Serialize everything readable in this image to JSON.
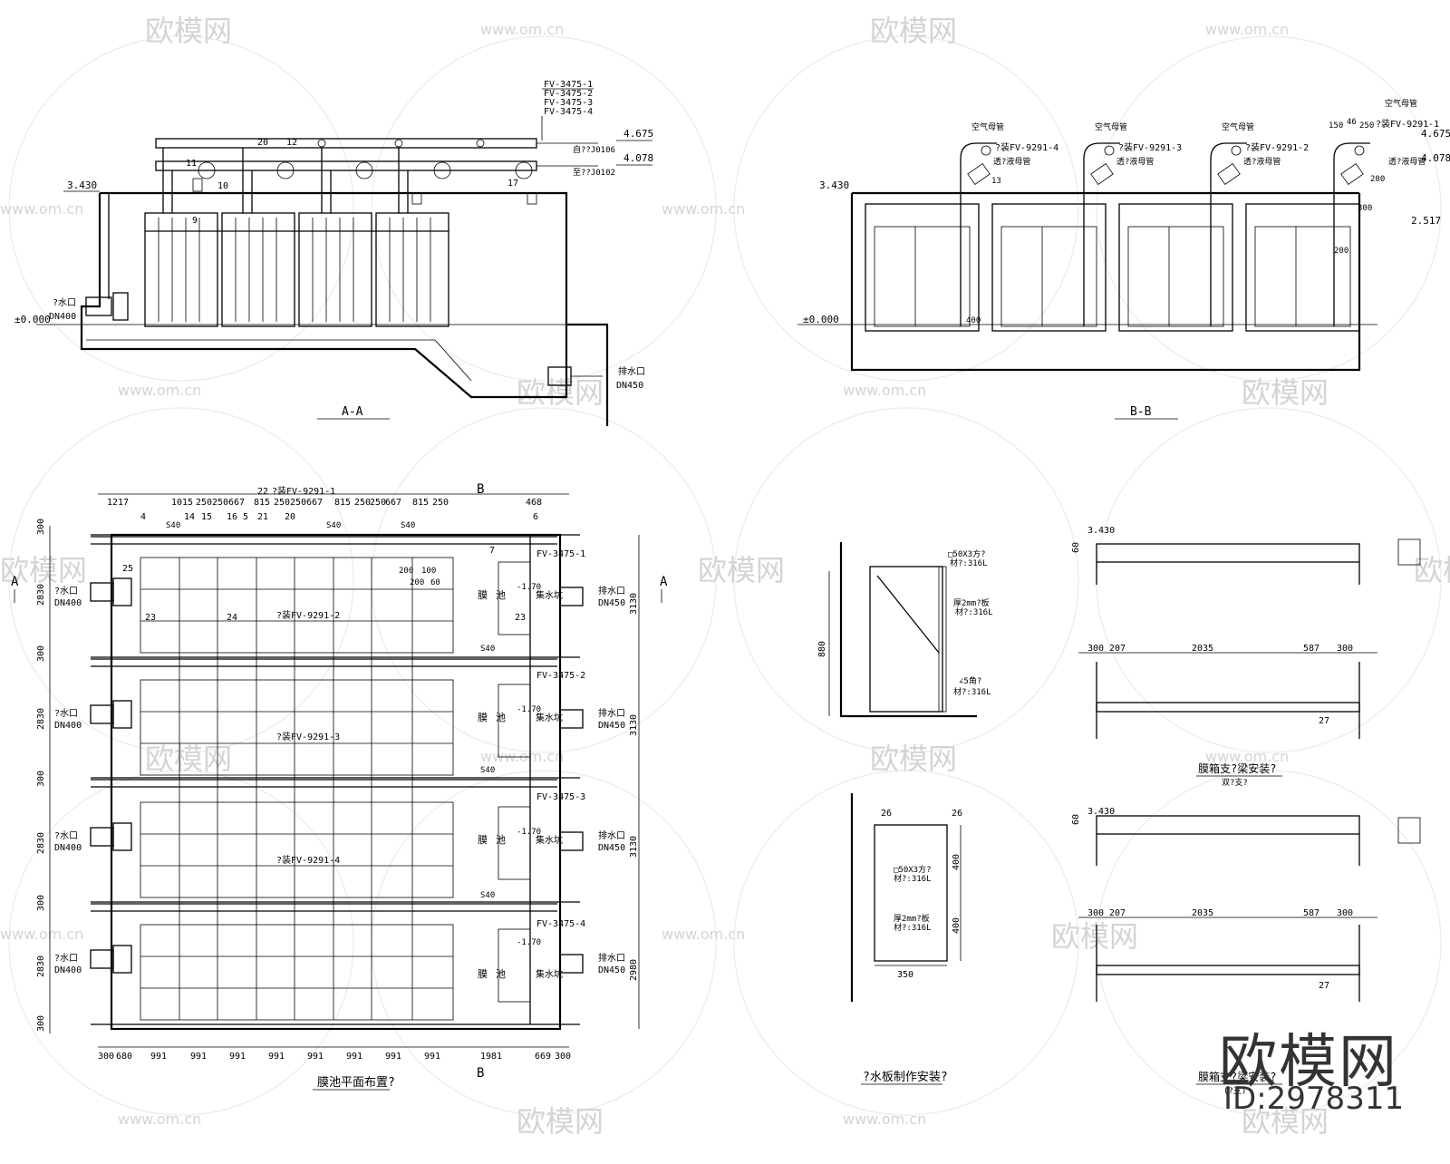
{
  "watermark": {
    "logo": "欧模网",
    "site": "www.om.cn"
  },
  "brand": {
    "logo": "欧模网",
    "id": "ID:2978311"
  },
  "section_aa": {
    "title": "A-A",
    "valve_tags": [
      "FV-3475-1",
      "FV-3475-2",
      "FV-3475-3",
      "FV-3475-4"
    ],
    "elev_top": "4.675",
    "elev_mid": "4.078",
    "elev_left": "3.430",
    "elev_ground": "±0.000",
    "pipe_notes": [
      "自??J0106",
      "至??J0102"
    ],
    "callouts": [
      "20",
      "12",
      "11",
      "10",
      "9",
      "17"
    ],
    "inlet": "?水口",
    "inlet_dn": "DN400",
    "outlet": "排水口",
    "outlet_dn": "DN450"
  },
  "section_bb": {
    "title": "B-B",
    "air_pipe": "空气母管",
    "valve_tags": [
      "?装FV-9291-4",
      "?装FV-9291-3",
      "?装FV-9291-2",
      "?装FV-9291-1"
    ],
    "sub_note": "透?液母管",
    "elev_top": "4.675",
    "elev_mid": "4.078",
    "elev_left": "3.430",
    "elev_right": "2.517",
    "elev_ground": "±0.000",
    "dims": [
      "150",
      "46",
      "250",
      "200",
      "300",
      "13",
      "200",
      "400"
    ]
  },
  "plan": {
    "title": "膜池平面布置?",
    "top_dims": [
      "1217",
      "1015",
      "250",
      "250",
      "667",
      "815",
      "250",
      "250",
      "667",
      "815",
      "250",
      "250",
      "667",
      "815",
      "250",
      "468"
    ],
    "top_callouts": [
      "4",
      "14",
      "15",
      "16",
      "5",
      "21",
      "20",
      "22",
      "6",
      "7"
    ],
    "top_tag": "?装FV-9291-1",
    "bottom_dims": [
      "300",
      "680",
      "991",
      "991",
      "991",
      "991",
      "991",
      "991",
      "991",
      "991",
      "1981",
      "669",
      "300"
    ],
    "left_dims": [
      "300",
      "2830",
      "300",
      "2830",
      "300",
      "2830",
      "300",
      "2830",
      "300"
    ],
    "right_dims": [
      "3130",
      "3130",
      "3130",
      "2980"
    ],
    "section_marks": [
      "A",
      "A",
      "B",
      "B"
    ],
    "bays": [
      {
        "fv": "FV-3475-1",
        "tag9291": "?装FV-9291-2"
      },
      {
        "fv": "FV-3475-2",
        "tag9291": "?装FV-9291-3"
      },
      {
        "fv": "FV-3475-3",
        "tag9291": "?装FV-9291-4"
      },
      {
        "fv": "FV-3475-4",
        "tag9291": ""
      }
    ],
    "inlet": "?水口",
    "inlet_dn": "DN400",
    "outlet": "排水口",
    "outlet_dn": "DN450",
    "membrane": "膜",
    "pool": "池",
    "sump": "集水坑",
    "level": "-1.70",
    "pipe_size": "S40",
    "misc": [
      "23",
      "24",
      "25",
      "200",
      "100",
      "200",
      "60"
    ]
  },
  "baffle": {
    "title": "?水板制作安装?",
    "dim_h": "880",
    "label1": "□50X3方?",
    "label2": "材?:316L",
    "label3": "厚2mm?板",
    "label4": "材?:316L",
    "label5": "∠5角?",
    "label6": "材?:316L",
    "plan_dims": [
      "26",
      "26",
      "400",
      "400",
      "350"
    ]
  },
  "bracket": {
    "title1": "膜箱支?梁安装?",
    "sub1": "双?支?",
    "title2": "膜箱支?梁安装?",
    "sub2": "(?支)",
    "elev": "3.430",
    "h": "60",
    "dims": [
      "300",
      "207",
      "2035",
      "587",
      "300"
    ],
    "callout": "27"
  }
}
